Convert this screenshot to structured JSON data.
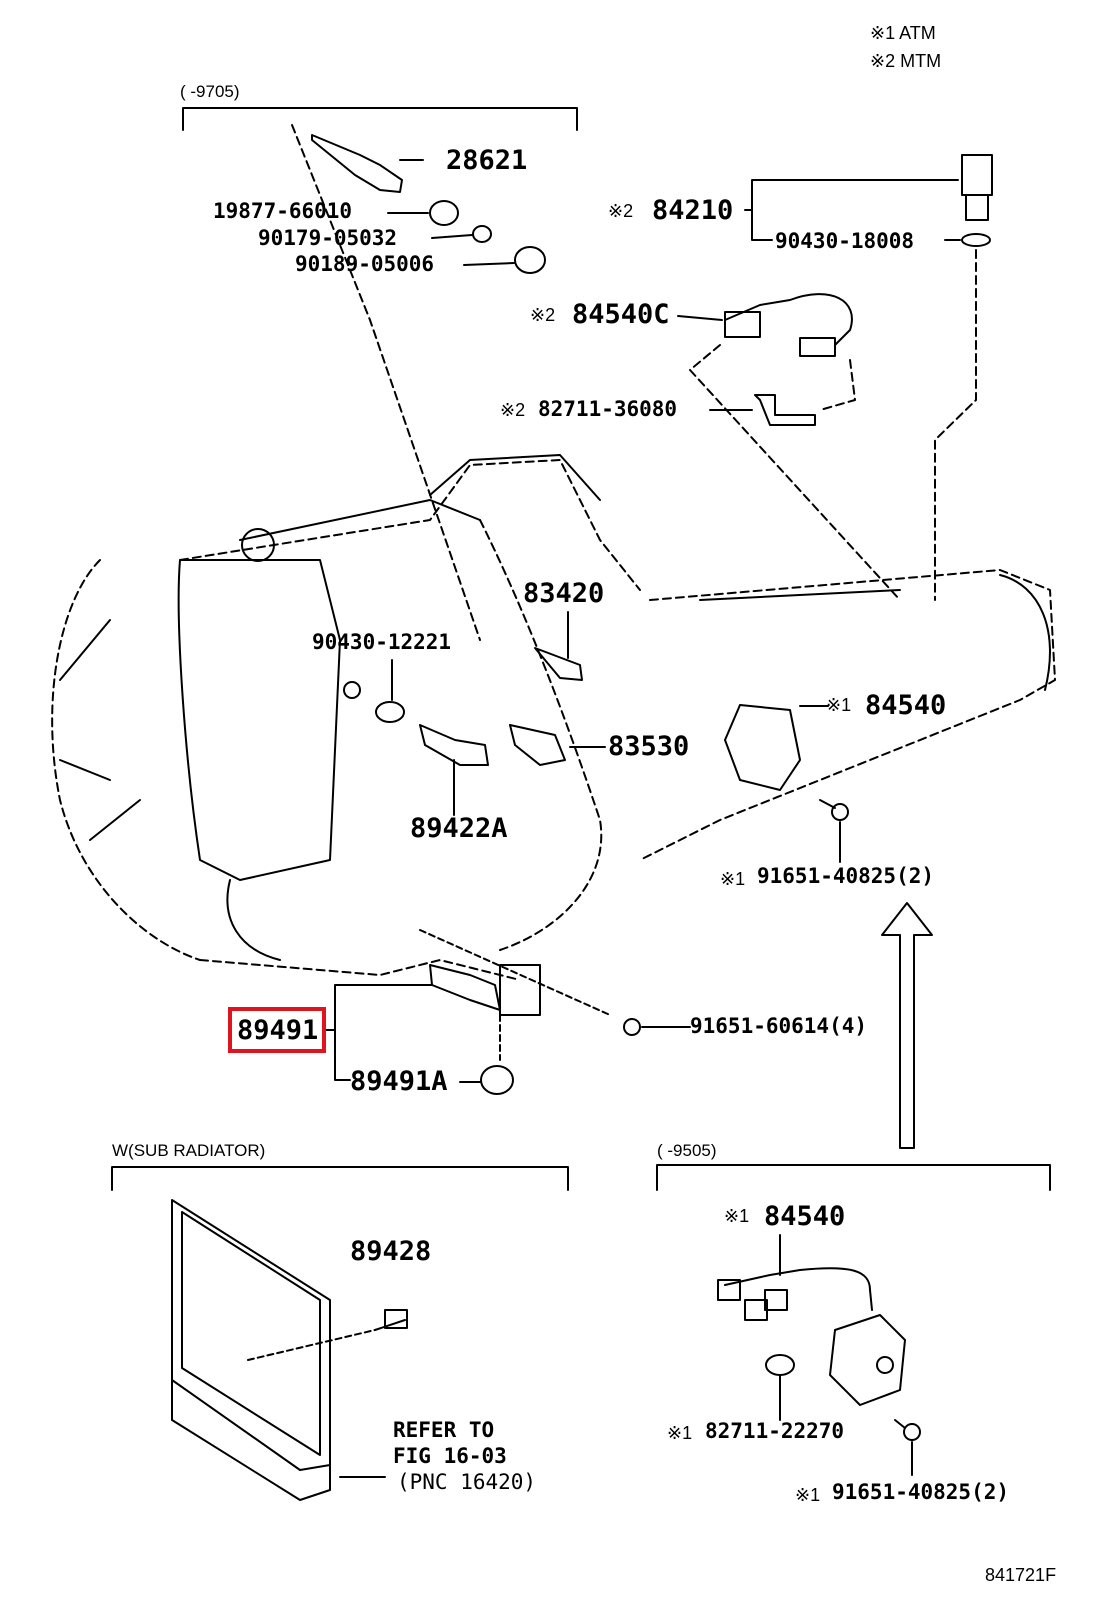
{
  "legend": {
    "mark1": "※1 ATM",
    "mark2": "※2 MTM"
  },
  "ranges": {
    "top": "(      -9705)",
    "sub_radiator": "W(SUB RADIATOR)",
    "bottom_right": "(      -9505)"
  },
  "mark_symbol": {
    "m1": "※1",
    "m2": "※2"
  },
  "parts": {
    "p28621": "28621",
    "p19877": "19877-66010",
    "p90179": "90179-05032",
    "p90189": "90189-05006",
    "p84210": "84210",
    "p90430_18008": "90430-18008",
    "p84540C": "84540C",
    "p82711_36080": "82711-36080",
    "p83420": "83420",
    "p90430_12221": "90430-12221",
    "p83530": "83530",
    "p84540_top": "84540",
    "p89422A": "89422A",
    "p91651_40825_top": "91651-40825(2)",
    "p89491": "89491",
    "p91651_60614": "91651-60614(4)",
    "p89491A": "89491A",
    "p89428": "89428",
    "p84540_bottom": "84540",
    "p82711_22270": "82711-22270",
    "p91651_40825_bottom": "91651-40825(2)"
  },
  "refer": {
    "line1": "REFER TO",
    "line2": "FIG 16-03",
    "line3": "(PNC 16420)"
  },
  "figure_id": "841721F",
  "highlight_color": "#e0141e"
}
